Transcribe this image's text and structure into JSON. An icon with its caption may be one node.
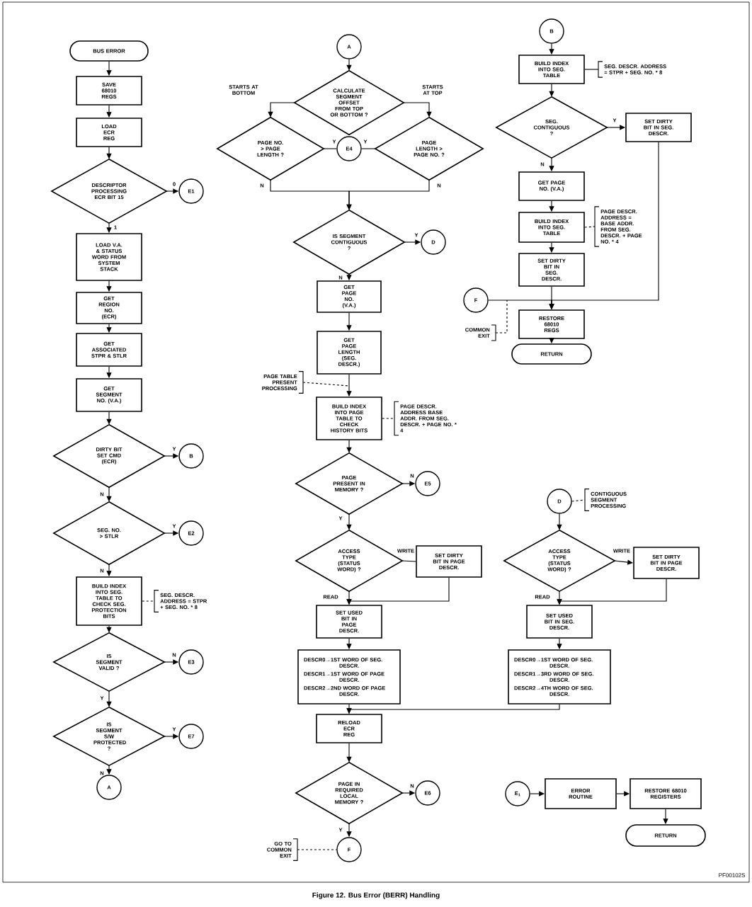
{
  "diagram": {
    "caption": "Figure 12. Bus Error (BERR) Handling",
    "nodes": [
      {
        "text": [
          "BUS ERROR"
        ]
      },
      {
        "text": [
          "SAVE 68010 REGS"
        ]
      },
      {
        "text": [
          "LOAD ECR REG"
        ]
      },
      {
        "text": [
          "DESCRIPTOR PROCESSING ECR BIT 15"
        ]
      },
      {
        "text": [
          "E1"
        ]
      },
      {
        "text": [
          "LOAD V.A. & STATUS WORD FROM SYSTEM STACK"
        ]
      },
      {
        "text": [
          "GET REGION NO. (ECR)"
        ]
      },
      {
        "text": [
          "GET ASSOCIATED STPR & STLR"
        ]
      },
      {
        "text": [
          "GET SEGMENT NO. (V.A.)"
        ]
      },
      {
        "text": [
          "DIRTY BIT SET CMD (ECR)"
        ]
      },
      {
        "text": [
          "B"
        ]
      },
      {
        "text": [
          "SEG. NO. > STLR"
        ]
      },
      {
        "text": [
          "E2"
        ]
      },
      {
        "text": [
          "BUILD INDEX INTO SEG. TABLE TO CHECK SEG. PROTECTION BITS"
        ]
      },
      {
        "text": [
          "SEG. DESCR. ADDRESS = STPR + SEG. NO. * 8"
        ]
      },
      {
        "text": [
          "IS SEGMENT VALID ?"
        ]
      },
      {
        "text": [
          "E3"
        ]
      },
      {
        "text": [
          "IS SEGMENT S/W PROTECTED ?"
        ]
      },
      {
        "text": [
          "E7"
        ]
      },
      {
        "text": [
          "A"
        ]
      },
      {
        "text": [
          "A"
        ]
      },
      {
        "text": [
          "CALCULATE SEGMENT OFFSET FROM TOP OR BOTTOM ?"
        ]
      },
      {
        "text": [
          "PAGE NO. > PAGE LENGTH ?"
        ]
      },
      {
        "text": [
          "E4"
        ]
      },
      {
        "text": [
          "PAGE LENGTH > PAGE NO. ?"
        ]
      },
      {
        "text": [
          "IS SEGMENT CONTIGUOUS ?"
        ]
      },
      {
        "text": [
          "D"
        ]
      },
      {
        "text": [
          "GET PAGE NO. (V.A.)"
        ]
      },
      {
        "text": [
          "GET PAGE LENGTH (SEG. DESCR.)"
        ]
      },
      {
        "text": [
          "PAGE TABLE PRESENT PROCESSING"
        ]
      },
      {
        "text": [
          "BUILD INDEX INTO PAGE TABLE TO CHECK HISTORY BITS"
        ]
      },
      {
        "text": [
          "PAGE DESCR. ADDRESS BASE ADDR. FROM SEG. DESCR. + PAGE NO. * 4"
        ]
      },
      {
        "text": [
          "PAGE PRESENT IN MEMORY ?"
        ]
      },
      {
        "text": [
          "E5"
        ]
      },
      {
        "text": [
          "ACCESS TYPE (STATUS WORD) ?"
        ]
      },
      {
        "text": [
          "SET DIRTY BIT IN PAGE DESCR."
        ]
      },
      {
        "text": [
          "SET USED BIT IN PAGE DESCR."
        ]
      },
      {
        "text": [
          "DESCR0→1ST WORD OF SEG. DESCR.",
          "DESCR1→1ST WORD OF PAGE DESCR.",
          "DESCR2→2ND WORD OF PAGE DESCR."
        ]
      },
      {
        "text": [
          "RELOAD ECR REG"
        ]
      },
      {
        "text": [
          "PAGE IN REQUIRED LOCAL MEMORY ?"
        ]
      },
      {
        "text": [
          "E6"
        ]
      },
      {
        "text": [
          "F"
        ]
      },
      {
        "text": [
          "GO TO COMMON EXIT"
        ]
      },
      {
        "text": [
          "B"
        ]
      },
      {
        "text": [
          "BUILD INDEX INTO SEG. TABLE"
        ]
      },
      {
        "text": [
          "SEG. DESCR. ADDRESS = STPR + SEG. NO. * 8"
        ]
      },
      {
        "text": [
          "SEG. CONTIGUOUS ?"
        ]
      },
      {
        "text": [
          "SET DIRTY BIT IN SEG. DESCR."
        ]
      },
      {
        "text": [
          "GET PAGE NO. (V.A.)"
        ]
      },
      {
        "text": [
          "BUILD INDEX INTO SEG. TABLE"
        ]
      },
      {
        "text": [
          "PAGE DESCR. ADDRESS = BASE ADDR. FROM SEG. DESCR. + PAGE NO. * 4"
        ]
      },
      {
        "text": [
          "SET DIRTY BIT IN SEG. DESCR."
        ]
      },
      {
        "text": [
          "F"
        ]
      },
      {
        "text": [
          "COMMON EXIT"
        ]
      },
      {
        "text": [
          "RESTORE 68010 REGS"
        ]
      },
      {
        "text": [
          "RETURN"
        ]
      },
      {
        "text": [
          "D"
        ]
      },
      {
        "text": [
          "CONTIGUOUS SEGMENT PROCESSING"
        ]
      },
      {
        "text": [
          "ACCESS TYPE (STATUS WORD) ?"
        ]
      },
      {
        "text": [
          "SET DIRTY BIT IN PAGE DESCR."
        ]
      },
      {
        "text": [
          "SET USED BIT IN SEG. DESCR."
        ]
      },
      {
        "text": [
          "DESCR0→1ST WORD OF SEG. DESCR.",
          "DESCR1→3RD WORD OF SEG. DESCR.",
          "DESCR2→4TH WORD OF SEG. DESCR."
        ]
      },
      {
        "text": [
          "E$_{1}$"
        ]
      },
      {
        "text": [
          "ERROR ROUTINE"
        ]
      },
      {
        "text": [
          "RESTORE 68010 REGISTERS"
        ]
      },
      {
        "text": [
          "RETURN"
        ]
      }
    ],
    "edges": [
      {
        "from": 0,
        "to": 1,
        "arrow": "to"
      },
      {
        "from": 1,
        "to": 2,
        "arrow": "to"
      },
      {
        "from": 2,
        "to": 3,
        "arrow": "to"
      },
      {
        "from": 3,
        "to": 4,
        "arrow": "to",
        "label": "0"
      },
      {
        "from": 3,
        "to": 5,
        "arrow": "to",
        "label": "1"
      },
      {
        "from": 5,
        "to": 6,
        "arrow": "to"
      },
      {
        "from": 6,
        "to": 7,
        "arrow": "to"
      },
      {
        "from": 7,
        "to": 8,
        "arrow": "to"
      },
      {
        "from": 8,
        "to": 9,
        "arrow": "to"
      },
      {
        "from": 9,
        "to": 10,
        "arrow": "to",
        "label": "Y"
      },
      {
        "from": 9,
        "to": 11,
        "arrow": "to",
        "label": "N"
      },
      {
        "from": 11,
        "to": 12,
        "arrow": "to",
        "label": "Y"
      },
      {
        "from": 11,
        "to": 13,
        "arrow": "to",
        "label": "N"
      },
      {
        "from": 13,
        "to": 14,
        "arrow": "none",
        "style": "dashed"
      },
      {
        "from": 13,
        "to": 15,
        "arrow": "to"
      },
      {
        "from": 15,
        "to": 16,
        "arrow": "to",
        "label": "N"
      },
      {
        "from": 15,
        "to": 17,
        "arrow": "to",
        "label": "Y"
      },
      {
        "from": 17,
        "to": 18,
        "arrow": "to",
        "label": "Y"
      },
      {
        "from": 17,
        "to": 19,
        "arrow": "to",
        "label": "N"
      },
      {
        "from": 20,
        "to": 21,
        "arrow": "to"
      },
      {
        "from": 21,
        "to": 22,
        "arrow": "to",
        "label": "STARTS AT BOTTOM"
      },
      {
        "from": 21,
        "to": 24,
        "arrow": "to",
        "label": "STARTS AT TOP"
      },
      {
        "from": 22,
        "to": 23,
        "arrow": "none",
        "label": "Y"
      },
      {
        "from": 24,
        "to": 23,
        "arrow": "none",
        "label": "Y"
      },
      {
        "from": 22,
        "to": 25,
        "arrow": "to",
        "label": "N"
      },
      {
        "from": 24,
        "to": 25,
        "arrow": "to",
        "label": "N"
      },
      {
        "from": 25,
        "to": 26,
        "arrow": "to",
        "label": "Y"
      },
      {
        "from": 25,
        "to": 27,
        "arrow": "to",
        "label": "N"
      },
      {
        "from": 27,
        "to": 28,
        "arrow": "to"
      },
      {
        "from": 28,
        "to": 30,
        "arrow": "to"
      },
      {
        "from": 29,
        "to": null,
        "arrow": "none",
        "style": "dashed"
      },
      {
        "from": 30,
        "to": 31,
        "arrow": "none",
        "style": "dashed"
      },
      {
        "from": 30,
        "to": 32,
        "arrow": "to"
      },
      {
        "from": 32,
        "to": 33,
        "arrow": "to",
        "label": "N"
      },
      {
        "from": 32,
        "to": 34,
        "arrow": "to",
        "label": "Y"
      },
      {
        "from": 34,
        "to": 35,
        "arrow": "none",
        "label": "WRITE"
      },
      {
        "from": 35,
        "to": 36,
        "arrow": "to"
      },
      {
        "from": 34,
        "to": 36,
        "arrow": "to",
        "label": "READ"
      },
      {
        "from": 36,
        "to": 37,
        "arrow": "to"
      },
      {
        "from": 37,
        "to": 38,
        "arrow": "to"
      },
      {
        "from": 38,
        "to": 39,
        "arrow": "to"
      },
      {
        "from": 39,
        "to": 40,
        "arrow": "to",
        "label": "N"
      },
      {
        "from": 39,
        "to": 41,
        "arrow": "to",
        "label": "Y"
      },
      {
        "from": 42,
        "to": 41,
        "arrow": "none",
        "style": "dashed"
      },
      {
        "from": 43,
        "to": 44,
        "arrow": "to"
      },
      {
        "from": 44,
        "to": 45,
        "arrow": "none"
      },
      {
        "from": 44,
        "to": 46,
        "arrow": "to"
      },
      {
        "from": 46,
        "to": 47,
        "arrow": "to",
        "label": "Y"
      },
      {
        "from": 46,
        "to": 48,
        "arrow": "to",
        "label": "N"
      },
      {
        "from": 48,
        "to": 49,
        "arrow": "to"
      },
      {
        "from": 49,
        "to": 50,
        "arrow": "none",
        "style": "dashed"
      },
      {
        "from": 49,
        "to": 51,
        "arrow": "to"
      },
      {
        "from": 51,
        "to": 54,
        "arrow": "to"
      },
      {
        "from": 47,
        "to": 54,
        "arrow": "to"
      },
      {
        "from": 52,
        "to": 54,
        "arrow": "to"
      },
      {
        "from": 53,
        "to": null,
        "arrow": "none",
        "style": "dashed"
      },
      {
        "from": 54,
        "to": 55,
        "arrow": "to"
      },
      {
        "from": 56,
        "to": 57,
        "arrow": "none",
        "style": "dashed"
      },
      {
        "from": 56,
        "to": 58,
        "arrow": "to"
      },
      {
        "from": 58,
        "to": 59,
        "arrow": "to",
        "label": "WRITE"
      },
      {
        "from": 58,
        "to": 60,
        "arrow": "to",
        "label": "READ"
      },
      {
        "from": 59,
        "to": 60,
        "arrow": "to"
      },
      {
        "from": 60,
        "to": 61,
        "arrow": "to"
      },
      {
        "from": 61,
        "to": 38,
        "arrow": "to"
      },
      {
        "from": 62,
        "to": 63,
        "arrow": "to"
      },
      {
        "from": 63,
        "to": 64,
        "arrow": "to"
      },
      {
        "from": 64,
        "to": 65,
        "arrow": "to"
      }
    ],
    "labels": [
      "PF00102S"
    ]
  }
}
